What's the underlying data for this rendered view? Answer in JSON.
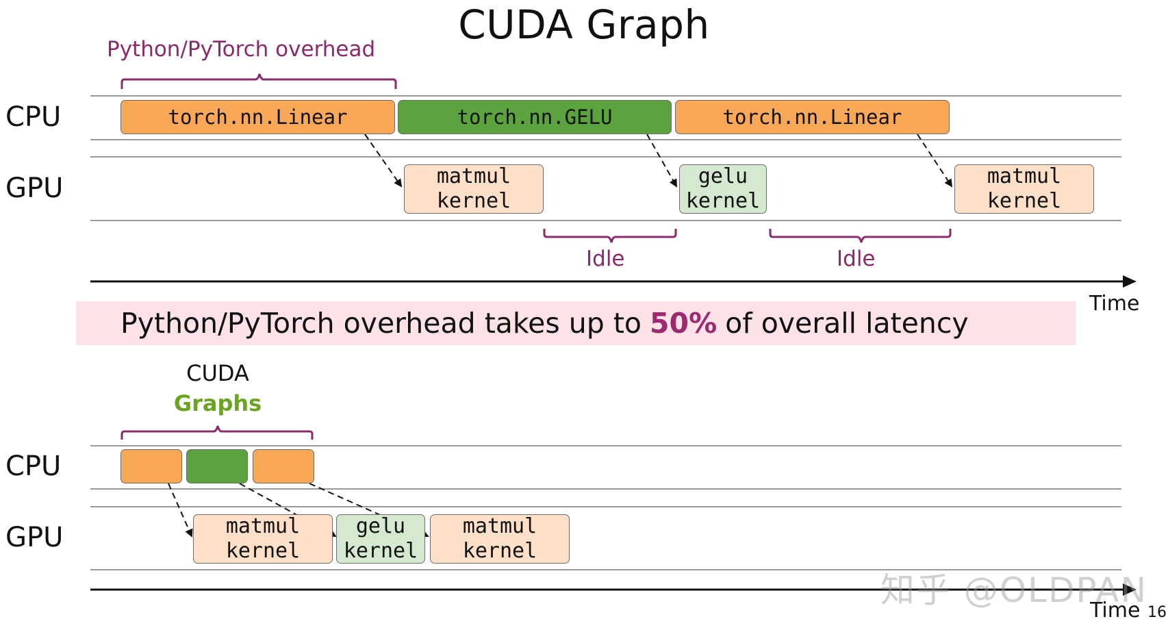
{
  "title": "CUDA Graph",
  "top": {
    "overhead_label": "Python/PyTorch overhead",
    "cpu_label": "CPU",
    "gpu_label": "GPU",
    "cpu_ops": [
      "torch.nn.Linear",
      "torch.nn.GELU",
      "torch.nn.Linear"
    ],
    "gpu_kernels": [
      "matmul\nkernel",
      "gelu\nkernel",
      "matmul\nkernel"
    ],
    "idle_label_1": "Idle",
    "idle_label_2": "Idle",
    "time_label": "Time"
  },
  "banner": {
    "prefix": "Python/PyTorch overhead takes up to",
    "highlight": "50%",
    "suffix": "of overall latency"
  },
  "bottom": {
    "cuda_label": "CUDA",
    "graphs_label": "Graphs",
    "cpu_label": "CPU",
    "gpu_label": "GPU",
    "gpu_kernels": [
      "matmul\nkernel",
      "gelu\nkernel",
      "matmul\nkernel"
    ],
    "time_label": "Time"
  },
  "page_number": "16",
  "watermark": "知乎 @OLDPAN",
  "colors": {
    "cpu_orange": "#f9a857",
    "cpu_green": "#5aa33f",
    "gpu_matmul": "#fde0c7",
    "gpu_gelu": "#d5e9d1",
    "bracket": "#8a2a6a",
    "highlight": "#9c2a6e",
    "graphs_green": "#6aa521",
    "banner_bg": "#fde3e7"
  }
}
